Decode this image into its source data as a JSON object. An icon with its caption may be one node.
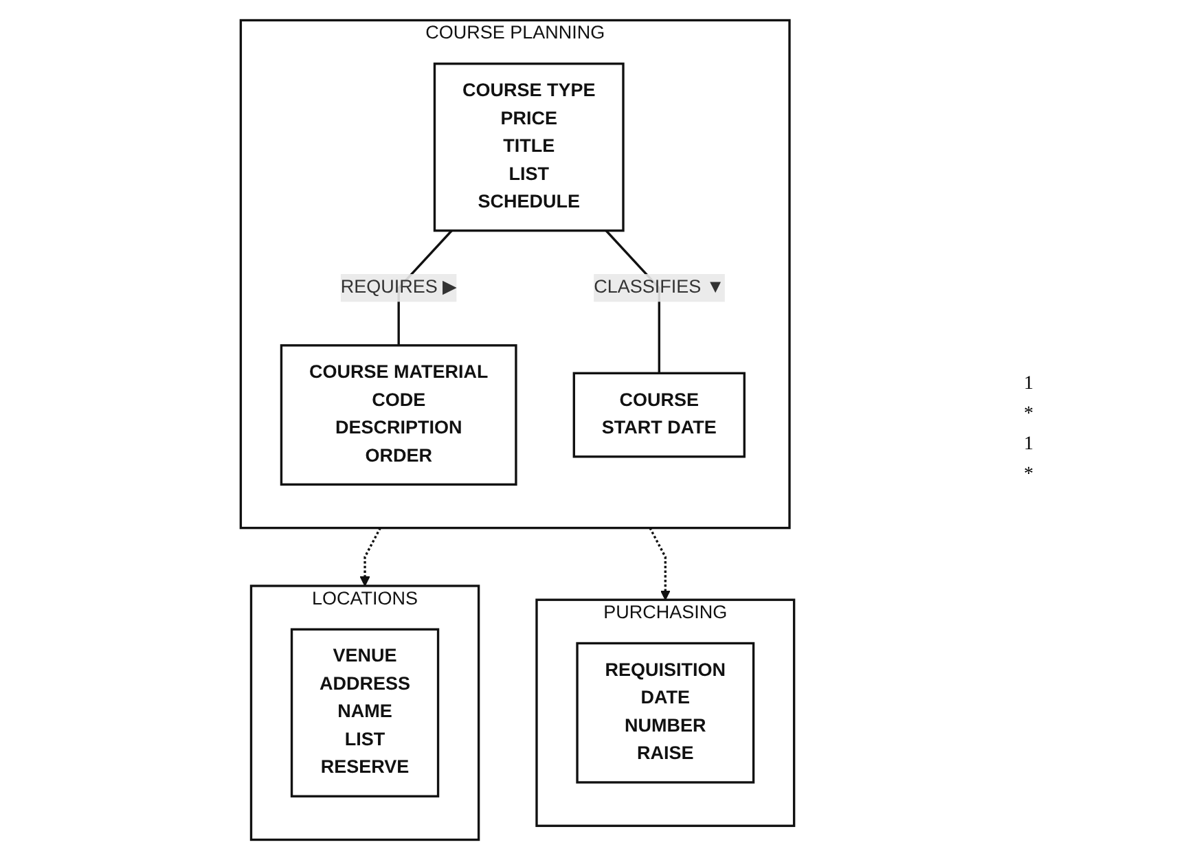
{
  "diagram": {
    "nodes": [
      {
        "text": [
          "COURSE PLANNING"
        ]
      },
      {
        "text": [
          "COURSE TYPE",
          "PRICE",
          "TITLE",
          "LIST",
          "SCHEDULE"
        ],
        "in": 0
      },
      {
        "text": [
          "COURSE MATERIAL",
          "CODE",
          "DESCRIPTION",
          "ORDER"
        ],
        "in": 0
      },
      {
        "text": [
          "COURSE",
          "START DATE"
        ],
        "in": 0
      },
      {
        "text": [
          "LOCATIONS"
        ]
      },
      {
        "text": [
          "VENUE",
          "ADDRESS",
          "NAME",
          "LIST",
          "RESERVE"
        ],
        "in": 4
      },
      {
        "text": [
          "PURCHASING"
        ]
      },
      {
        "text": [
          "REQUISITION",
          "DATE",
          "NUMBER",
          "RAISE"
        ],
        "in": 6
      }
    ],
    "edges": [
      {
        "from": 1,
        "to": 2,
        "arrow": "none",
        "label": "REQUIRES ▶"
      },
      {
        "from": 1,
        "to": 3,
        "arrow": "none",
        "label": "CLASSIFIES ▼"
      },
      {
        "from": 0,
        "to": 4,
        "arrow": "to",
        "style": "dashed"
      },
      {
        "from": 0,
        "to": 6,
        "arrow": "to",
        "style": "dashed"
      }
    ],
    "labels": [
      "1",
      "*",
      "1",
      "*"
    ]
  }
}
